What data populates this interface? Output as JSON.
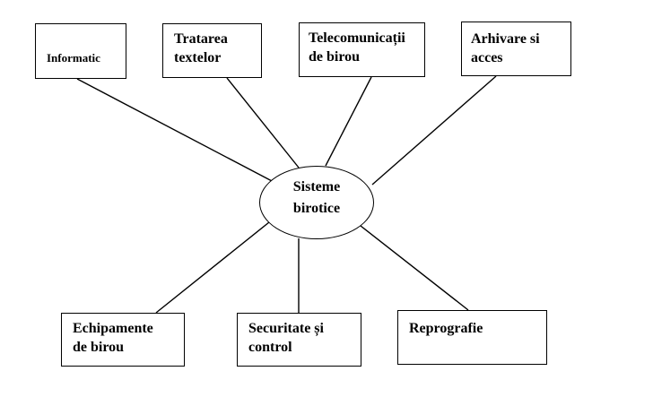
{
  "diagram": {
    "hub": {
      "line1": "Sisteme",
      "line2": "birotice"
    },
    "nodes": {
      "informatic": {
        "line1": "Informatic"
      },
      "tratarea": {
        "line1": "Tratarea",
        "line2": "textelor"
      },
      "telecom": {
        "line1": "Telecomunicații",
        "line2": "de birou"
      },
      "arhivare": {
        "line1": "Arhivare si",
        "line2": "acces"
      },
      "echipamente": {
        "line1": "Echipamente",
        "line2": "de birou"
      },
      "securitate": {
        "line1": "Securitate și",
        "line2": "control"
      },
      "reprografie": {
        "line1": "Reprografie"
      }
    },
    "line_color": "#000000",
    "background_color": "#ffffff"
  }
}
